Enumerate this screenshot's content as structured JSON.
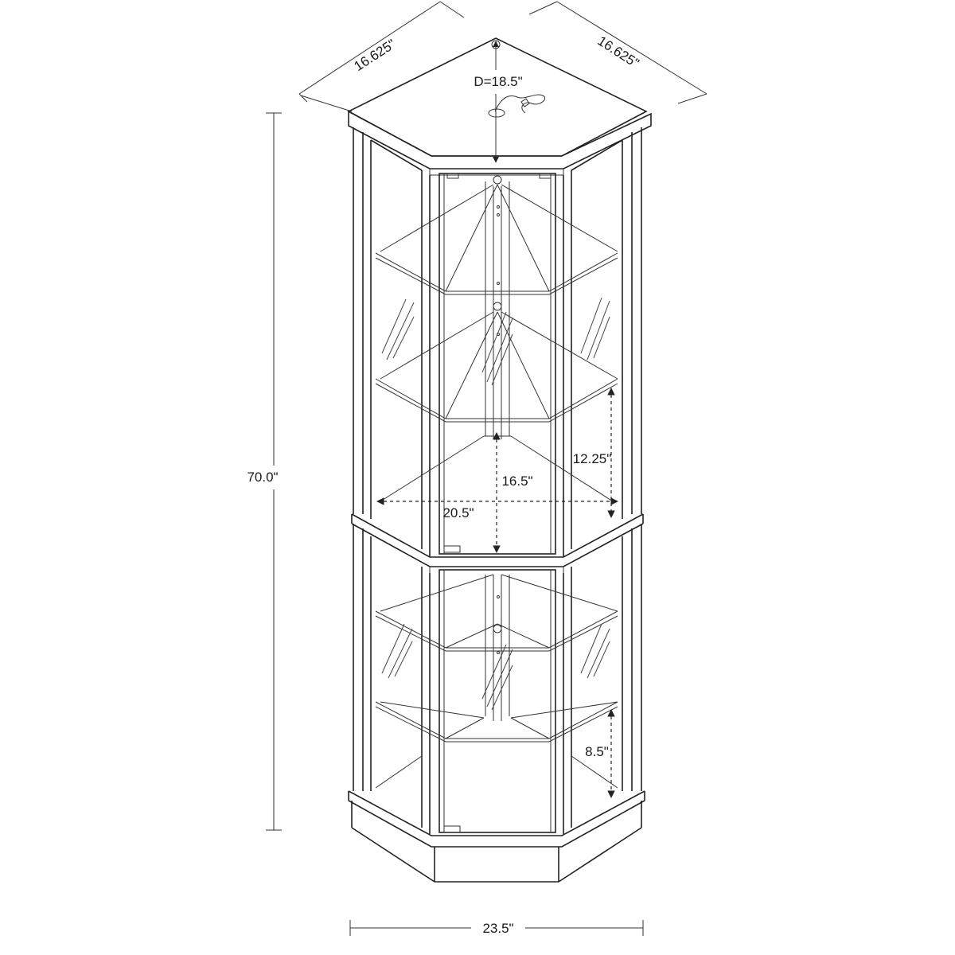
{
  "dimensions": {
    "top_left_side": "16.625\"",
    "top_right_side": "16.625\"",
    "top_diameter": "D=18.5\"",
    "overall_height": "70.0\"",
    "shelf_spacing_upper": "12.25\"",
    "depth": "16.5\"",
    "width_inner": "20.5\"",
    "shelf_spacing_lower": "8.5\"",
    "overall_width": "23.5\""
  },
  "colors": {
    "line": "#222222",
    "background": "#ffffff"
  }
}
